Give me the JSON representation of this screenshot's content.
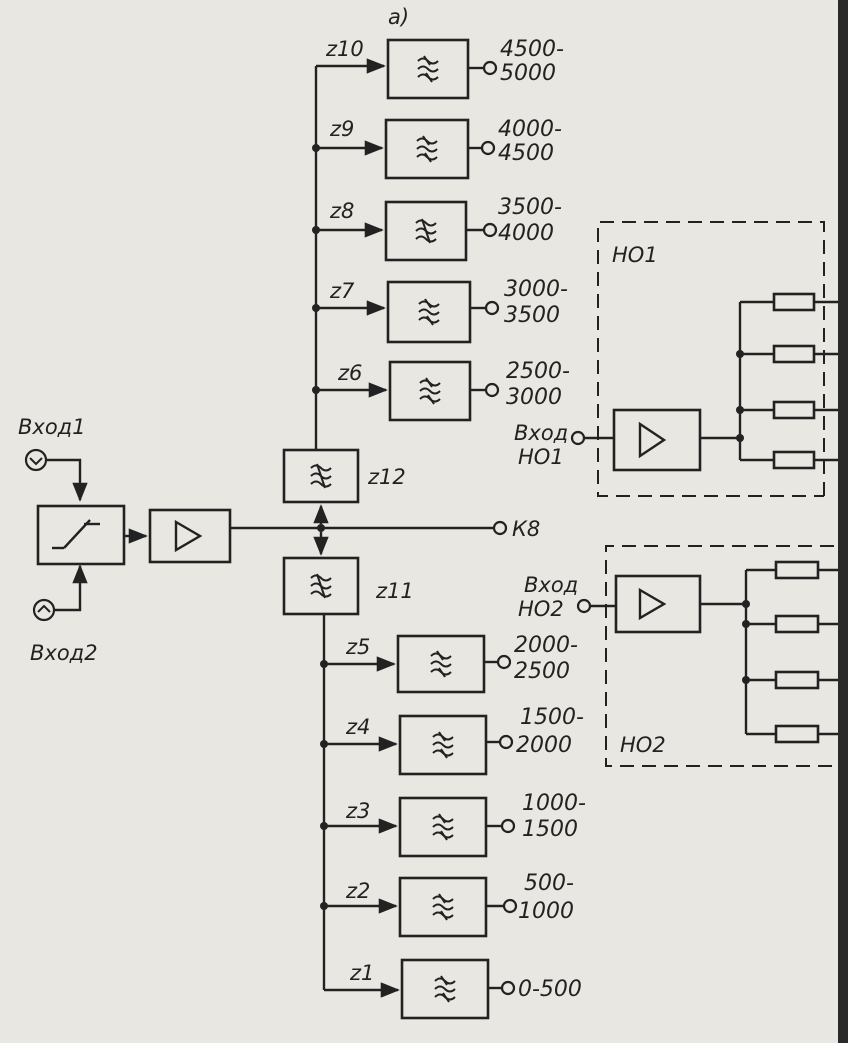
{
  "fig_label": "а)",
  "inputs": {
    "in1": "Вход1",
    "in2": "Вход2"
  },
  "k8": "К8",
  "filters_upper": [
    {
      "z": "z10",
      "range": [
        "4500-",
        "5000"
      ]
    },
    {
      "z": "z9",
      "range": [
        "4000-",
        "4500"
      ]
    },
    {
      "z": "z8",
      "range": [
        "3500-",
        "4000"
      ]
    },
    {
      "z": "z7",
      "range": [
        "3000-",
        "3500"
      ]
    },
    {
      "z": "z6",
      "range": [
        "2500-",
        "3000"
      ]
    }
  ],
  "filters_lower": [
    {
      "z": "z5",
      "range": [
        "2000-",
        "2500"
      ]
    },
    {
      "z": "z4",
      "range": [
        "1500-",
        "2000"
      ]
    },
    {
      "z": "z3",
      "range": [
        "1000-",
        "1500"
      ]
    },
    {
      "z": "z2",
      "range": [
        "500-",
        "1000"
      ]
    },
    {
      "z": "z1",
      "range": [
        "0-500"
      ]
    }
  ],
  "z12": "z12",
  "z11": "z11",
  "no1": {
    "title": "НО1",
    "input": [
      "Вход",
      "НО1"
    ]
  },
  "no2": {
    "title": "НО2",
    "input": [
      "Вход",
      "НО2"
    ]
  }
}
